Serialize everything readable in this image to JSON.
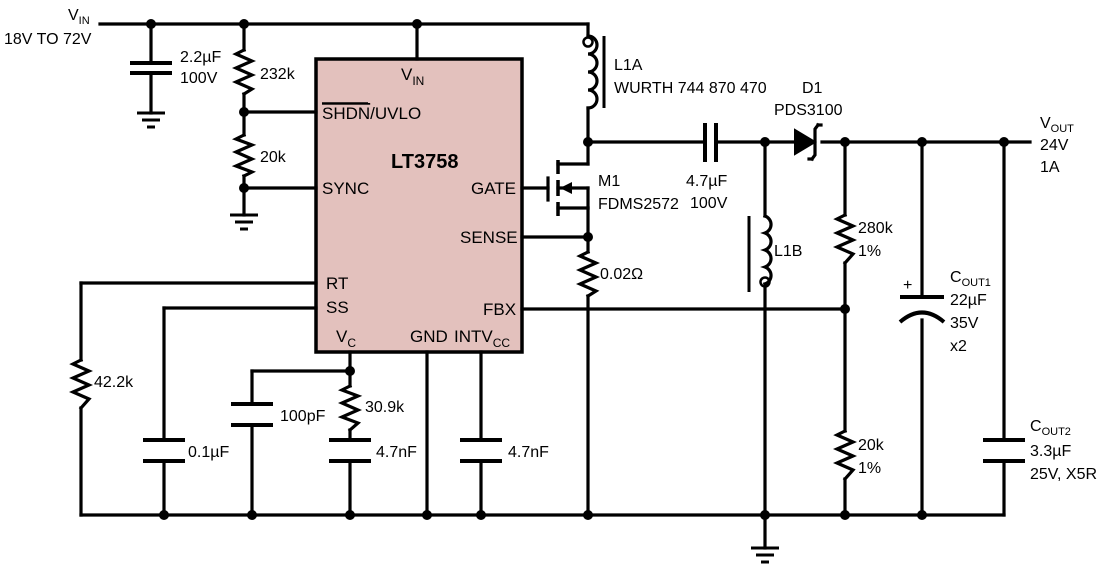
{
  "ic": {
    "name": "LT3758",
    "pins": {
      "vin": "V",
      "vin_sub": "IN",
      "shdn_top": "SHDN",
      "shdn_rest": "/UVLO",
      "sync": "SYNC",
      "gate": "GATE",
      "sense": "SENSE",
      "rt": "RT",
      "ss": "SS",
      "fbx": "FBX",
      "vc": "V",
      "vc_sub": "C",
      "gnd": "GND",
      "intv": "INTV",
      "intv_sub": "CC"
    },
    "fill_color": "#e3c1bd"
  },
  "input": {
    "label": "V",
    "label_sub": "IN",
    "range": "18V TO 72V"
  },
  "output": {
    "label": "V",
    "label_sub": "OUT",
    "voltage": "24V",
    "current": "1A"
  },
  "components": {
    "c_in": [
      "2.2µF",
      "100V"
    ],
    "r_232k": "232k",
    "r_20k_top": "20k",
    "l1a": [
      "L1A",
      "WURTH 744 870 470"
    ],
    "d1": [
      "D1",
      "PDS3100"
    ],
    "c_couple": [
      "4.7µF",
      "100V"
    ],
    "m1": [
      "M1",
      "FDMS2572"
    ],
    "l1b": "L1B",
    "r_sense": "0.02Ω",
    "r_280k": [
      "280k",
      "1%"
    ],
    "r_20k_fb": [
      "20k",
      "1%"
    ],
    "c_out1": {
      "label": "C",
      "sub": "OUT1",
      "values": [
        "22µF",
        "35V",
        "x2"
      ],
      "plus": "+"
    },
    "c_out2": {
      "label": "C",
      "sub": "OUT2",
      "values": [
        "3.3µF",
        "25V, X5R"
      ]
    },
    "r_42k": "42.2k",
    "c_ss": "0.1µF",
    "c_100p": "100pF",
    "r_30k": "30.9k",
    "c_vc": "4.7nF",
    "c_intv": "4.7nF"
  }
}
